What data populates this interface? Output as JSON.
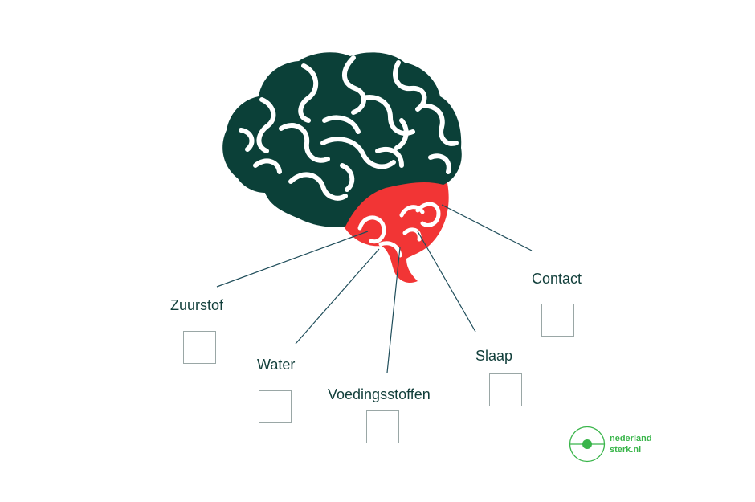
{
  "colors": {
    "brain_dark": "#0b4038",
    "brain_red": "#f23535",
    "line": "#1f4d5a",
    "text": "#123f3b",
    "logo_green": "#39b54a"
  },
  "labels": {
    "zuurstof": "Zuurstof",
    "water": "Water",
    "voedingsstoffen": "Voedingsstoffen",
    "slaap": "Slaap",
    "contact": "Contact"
  },
  "logo": {
    "line1": "nederland",
    "line2": "sterk.nl"
  }
}
